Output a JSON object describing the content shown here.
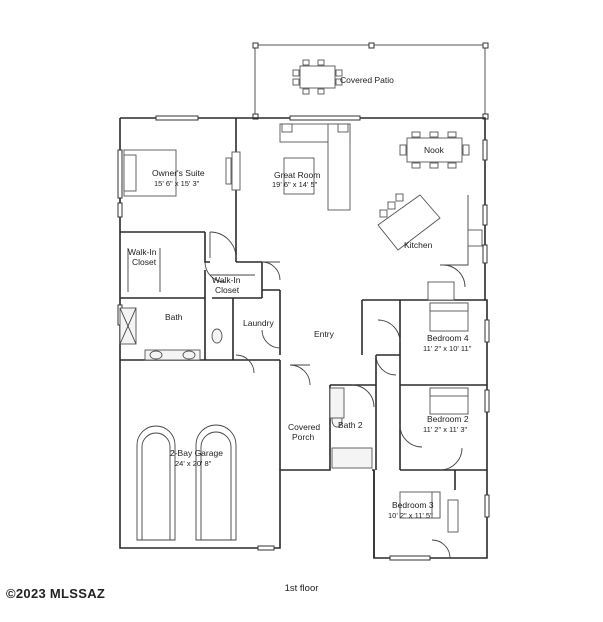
{
  "rooms": {
    "covered_patio": "Covered Patio",
    "owners_suite": "Owner's Suite",
    "owners_suite_dim": "15' 6\" x 15' 3\"",
    "great_room": "Great Room",
    "great_room_dim": "19' 6\" x 14' 5\"",
    "nook": "Nook",
    "kitchen": "Kitchen",
    "walk_in_closet_1": "Walk-In\nCloset",
    "walk_in_closet_2": "Walk-In\nCloset",
    "bath": "Bath",
    "laundry": "Laundry",
    "entry": "Entry",
    "bedroom4": "Bedroom 4",
    "bedroom4_dim": "11' 2\" x 10' 11\"",
    "bedroom2": "Bedroom 2",
    "bedroom2_dim": "11' 2\" x 11' 3\"",
    "covered_porch": "Covered\nPorch",
    "bath2": "Bath 2",
    "garage": "2-Bay Garage",
    "garage_dim": "24' x 20' 8\"",
    "bedroom3": "Bedroom 3",
    "bedroom3_dim": "10' 2\" x 11' 5\""
  },
  "footer": {
    "floor_label": "1st floor",
    "copyright": "©2023 MLSSAZ"
  }
}
